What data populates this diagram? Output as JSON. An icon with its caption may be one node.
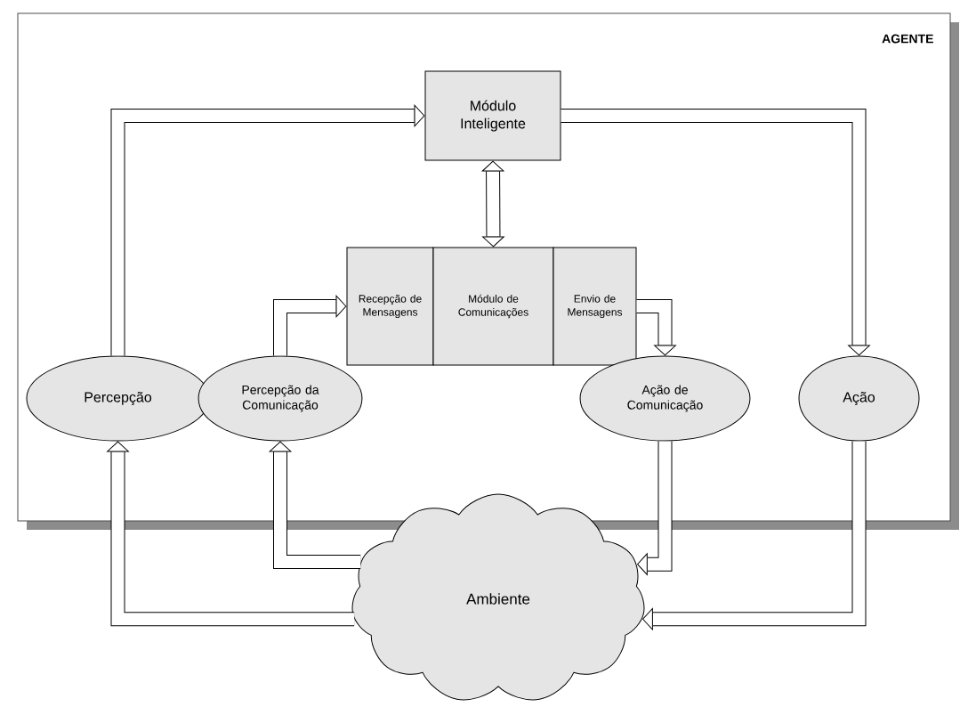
{
  "diagram": {
    "nodes": [
      {
        "text": [
          "AGENTE"
        ]
      },
      {
        "text": [
          "Módulo Inteligente"
        ],
        "in": 0
      },
      {
        "text": [
          "Recepção de Mensagens"
        ],
        "in": 0
      },
      {
        "text": [
          "Módulo de Comunicações"
        ],
        "in": 0
      },
      {
        "text": [
          "Envio de Mensagens"
        ],
        "in": 0
      },
      {
        "text": [
          "Percepção"
        ],
        "in": 0
      },
      {
        "text": [
          "Percepção da Comunicação"
        ],
        "in": 0
      },
      {
        "text": [
          "Ação de Comunicação"
        ],
        "in": 0
      },
      {
        "text": [
          "Ação"
        ],
        "in": 0
      },
      {
        "text": [
          "Ambiente"
        ]
      }
    ],
    "edges": [
      {
        "from": 5,
        "to": 1,
        "arrow": "to"
      },
      {
        "from": 1,
        "to": 8,
        "arrow": "to"
      },
      {
        "from": 1,
        "to": 3,
        "arrow": "both"
      },
      {
        "from": 6,
        "to": 2,
        "arrow": "to"
      },
      {
        "from": 4,
        "to": 7,
        "arrow": "to"
      },
      {
        "from": 9,
        "to": 5,
        "arrow": "to"
      },
      {
        "from": 9,
        "to": 6,
        "arrow": "to"
      },
      {
        "from": 7,
        "to": 9,
        "arrow": "to"
      },
      {
        "from": 8,
        "to": 9,
        "arrow": "to"
      }
    ]
  }
}
